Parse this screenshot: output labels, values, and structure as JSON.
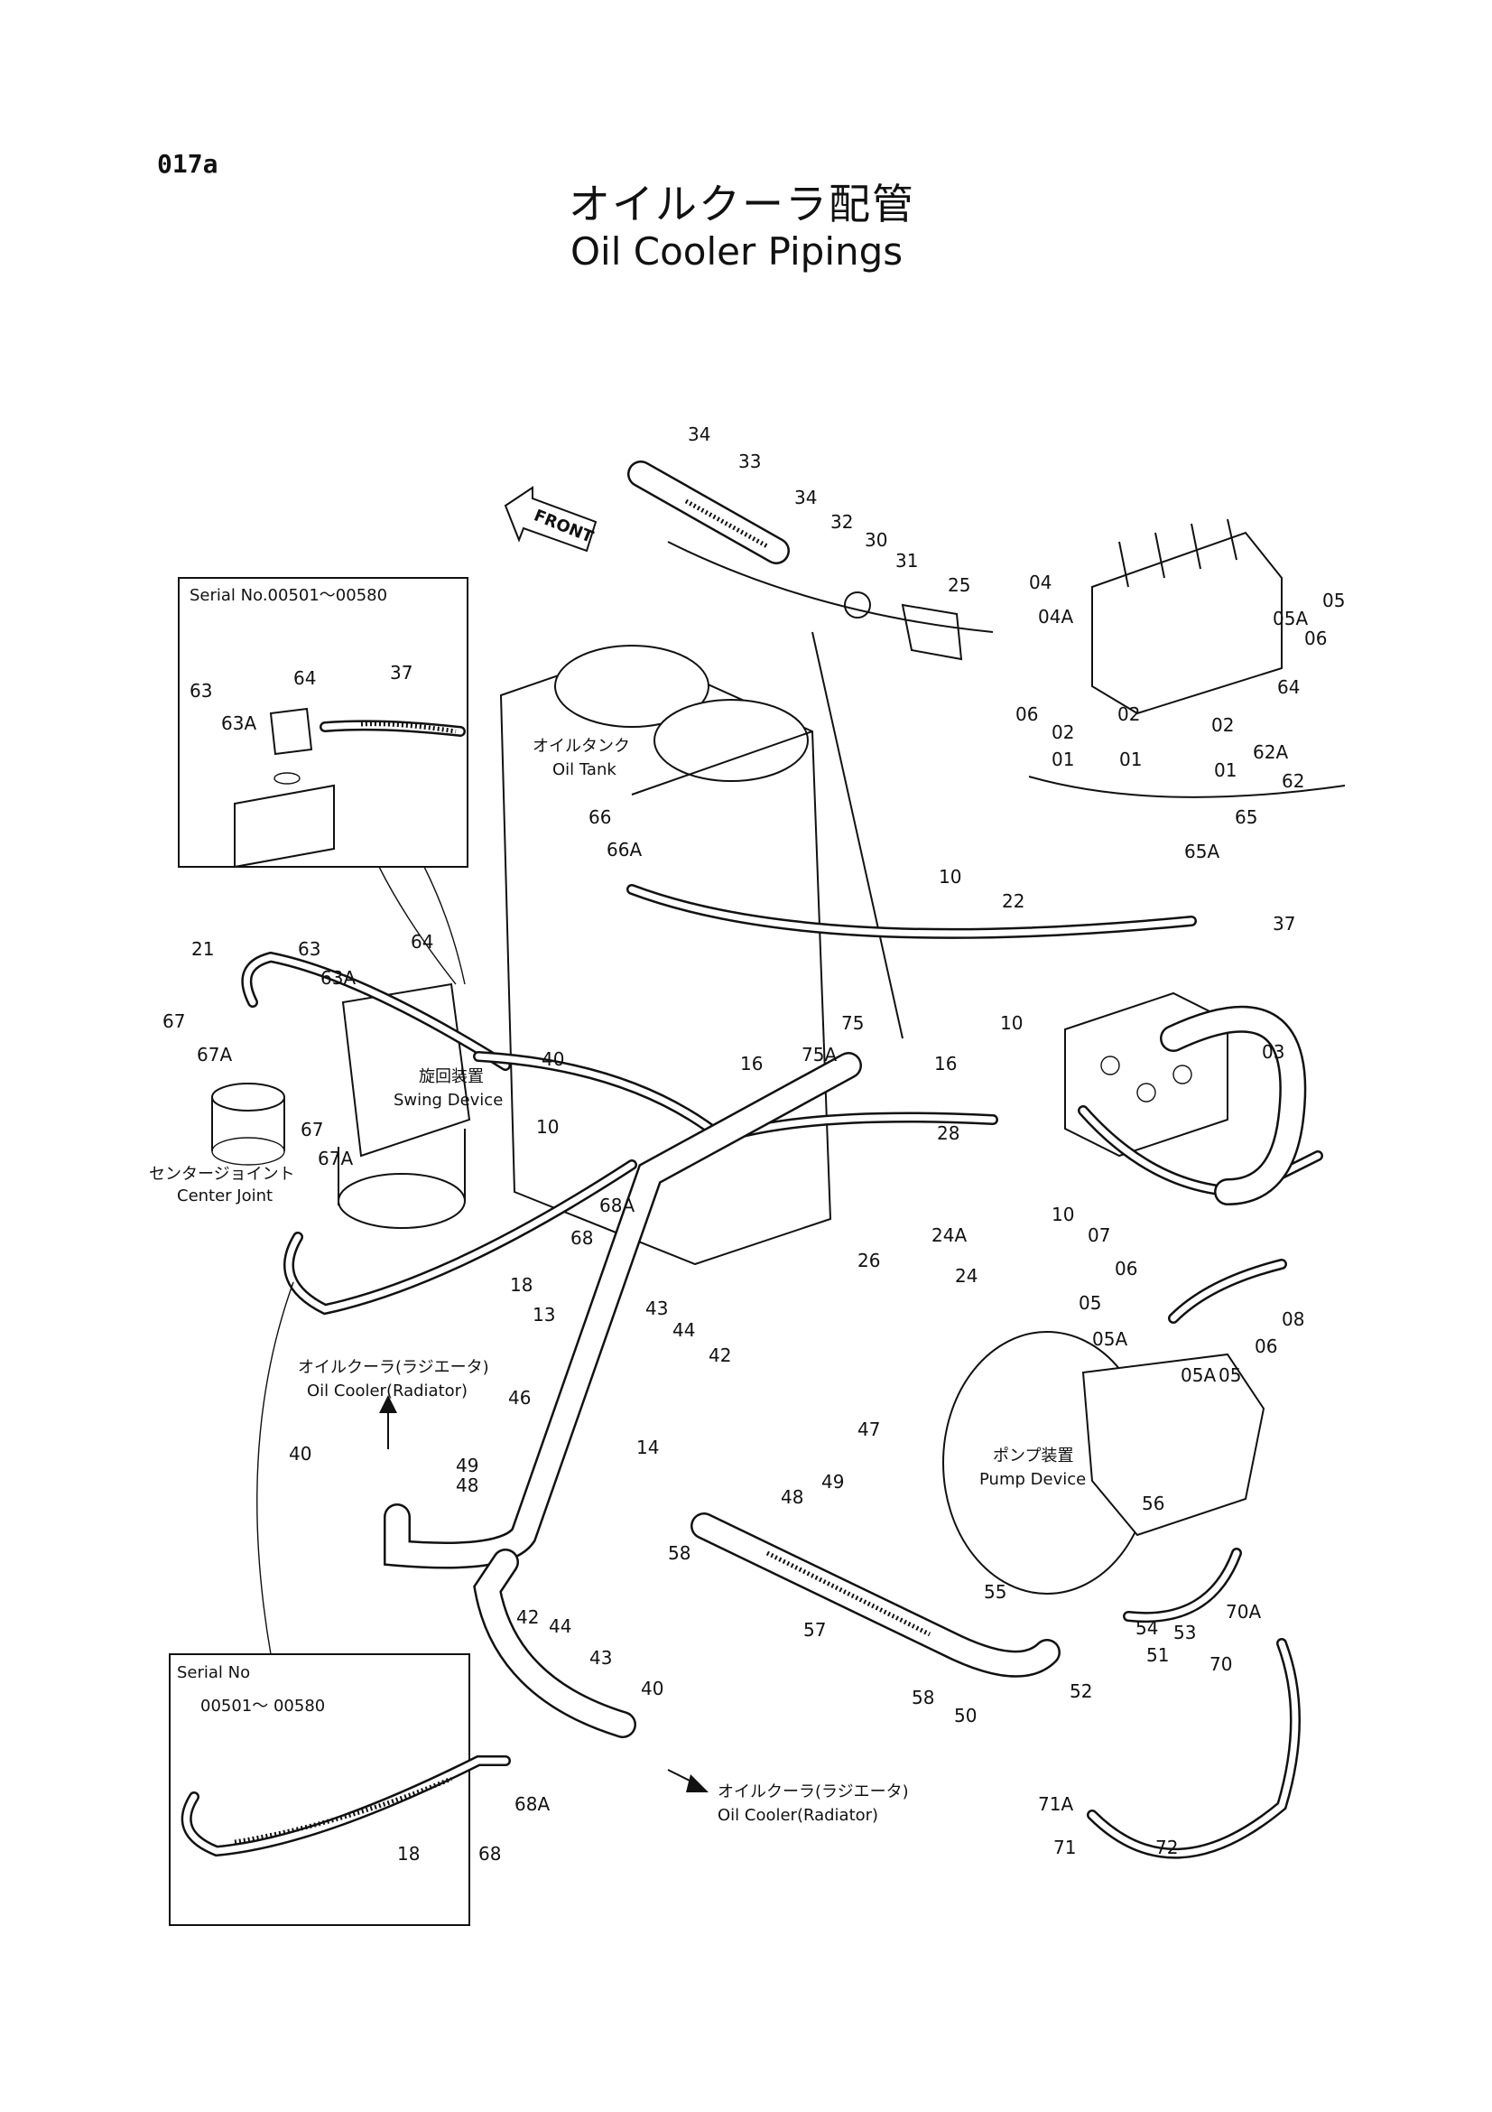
{
  "sheet_id": "017a",
  "title_jp": "オイルクーラ配管",
  "title_en": "Oil Cooler Pipings",
  "front_label": "FRONT",
  "insets": {
    "top_left": {
      "serial": "Serial No.00501〜00580",
      "callouts": [
        "63",
        "63A",
        "64",
        "37"
      ]
    },
    "bottom_left": {
      "serial_line1": "Serial No",
      "serial_line2": "00501〜 00580",
      "callouts": [
        "18",
        "68A",
        "68"
      ]
    },
    "top_right": {
      "callouts": [
        "04",
        "04A",
        "05",
        "05A",
        "06",
        "06",
        "02",
        "02",
        "02",
        "01",
        "01",
        "01",
        "64",
        "62A",
        "62"
      ]
    },
    "top_center": {
      "callouts": [
        "34",
        "33",
        "34",
        "32",
        "30",
        "31",
        "25"
      ]
    }
  },
  "components": {
    "oil_tank_jp": "オイルタンク",
    "oil_tank_en": "Oil Tank",
    "swing_device_jp": "旋回装置",
    "swing_device_en": "Swing Device",
    "center_joint_jp": "センタージョイント",
    "center_joint_en": "Center Joint",
    "oil_cooler_1_jp": "オイルクーラ(ラジエータ)",
    "oil_cooler_1_en": "Oil Cooler(Radiator)",
    "oil_cooler_2_jp": "オイルクーラ(ラジエータ)",
    "oil_cooler_2_en": "Oil Cooler(Radiator)",
    "pump_device_jp": "ポンプ装置",
    "pump_device_en": "Pump Device"
  },
  "callouts_main": [
    "66",
    "66A",
    "10",
    "22",
    "65",
    "65A",
    "37",
    "21",
    "63",
    "63A",
    "64",
    "67",
    "67A",
    "40",
    "75A",
    "75",
    "16",
    "16",
    "10",
    "03",
    "10",
    "67",
    "67A",
    "68A",
    "68",
    "18",
    "28",
    "26",
    "24A",
    "24",
    "07",
    "10",
    "06",
    "08",
    "05",
    "05A",
    "06",
    "05A",
    "05",
    "13",
    "43",
    "44",
    "42",
    "46",
    "40",
    "49",
    "48",
    "14",
    "48",
    "49",
    "47",
    "58",
    "56",
    "55",
    "42",
    "44",
    "43",
    "57",
    "54",
    "53",
    "70A",
    "70",
    "51",
    "40",
    "58",
    "50",
    "52",
    "71A",
    "71",
    "72"
  ]
}
